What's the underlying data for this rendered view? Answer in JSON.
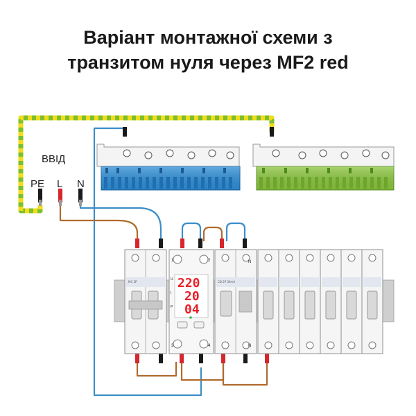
{
  "title": {
    "line1": "Варіант монтажної схеми з",
    "line2": "транзитом нуля через MF2 red"
  },
  "input": {
    "label": "ВВІД",
    "pe": "PE",
    "l": "L",
    "n": "N"
  },
  "relay": {
    "display_voltage": "220",
    "display_current": "20",
    "display_power": "04",
    "term_top_left": "1",
    "term_top_right": "2",
    "term_bottom_left": "3",
    "term_bottom_right": "4",
    "side_u": "U",
    "side_i": "I",
    "side_p": "P"
  },
  "rcd": {
    "n_top": "N",
    "n_bottom": "N"
  },
  "colors": {
    "neutral_bar": "#2f8fd8",
    "ground_bar": "#8cc63f",
    "wire_blue": "#3b8dc9",
    "wire_brown": "#b06a2c",
    "ground_green": "#7cbf2e",
    "ground_yellow": "#f2dc1c",
    "display_red": "#e8202a",
    "terminal_red": "#d6262e"
  }
}
